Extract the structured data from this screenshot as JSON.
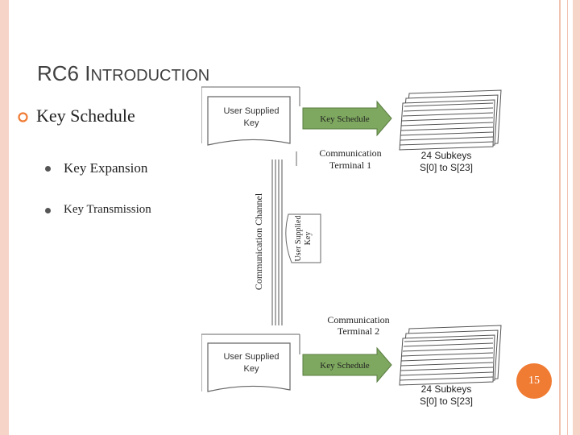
{
  "slide": {
    "title_big": "RC6 I",
    "title_small": "NTRODUCTION",
    "bullets": [
      {
        "text": "Key Schedule"
      },
      {
        "text": "Key Expansion"
      },
      {
        "text": "Key Transmission"
      }
    ],
    "page_number": "15"
  },
  "diagram": {
    "terminal_1": {
      "supplied_key": [
        "User Supplied",
        "Key"
      ],
      "arrow_label": "Key Schedule",
      "label": [
        "Communication",
        "Terminal 1"
      ],
      "subkeys": [
        "24 Subkeys",
        "S[0] to S[23]"
      ]
    },
    "channel": {
      "label": "Communication Channel",
      "key_label": [
        "User Supplied",
        "Key"
      ]
    },
    "terminal_2": {
      "label": [
        "Communication",
        "Terminal 2"
      ],
      "supplied_key": [
        "User Supplied",
        "Key"
      ],
      "arrow_label": "Key Schedule",
      "subkeys": [
        "24 Subkeys",
        "S[0] to S[23]"
      ]
    }
  },
  "colors": {
    "accent": "#f07b33",
    "border": "#f6d5c8",
    "arrow_fill": "#7ea85f"
  }
}
